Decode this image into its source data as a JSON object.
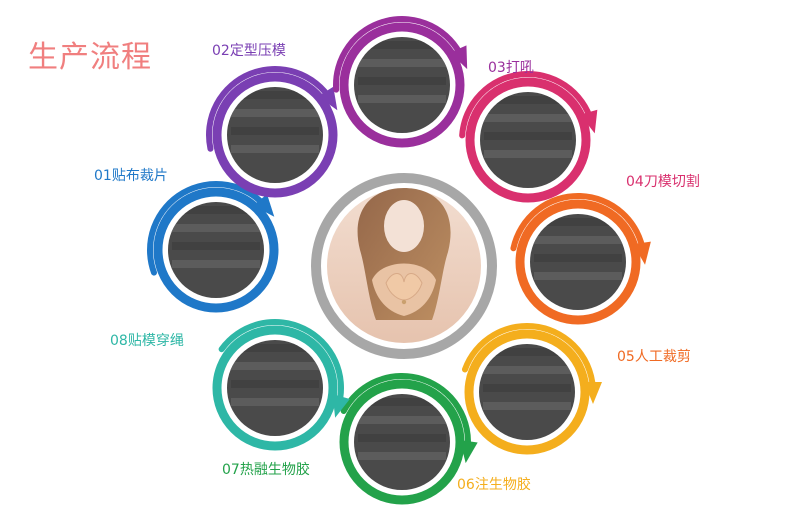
{
  "page_title": "生产流程",
  "center": {
    "photo_alt": "product photo",
    "ring_color": "#9b9b9b"
  },
  "steps": [
    {
      "label": "01贴布裁片",
      "color": "#1f78c8"
    },
    {
      "label": "02定型压模",
      "color": "#7a3fb3"
    },
    {
      "label": "03打吼",
      "color": "#9a2f9c"
    },
    {
      "label": "04刀模切割",
      "color": "#d9306e"
    },
    {
      "label": "05人工裁剪",
      "color": "#f06a23"
    },
    {
      "label": "06注生物胶",
      "color": "#f4ae1d"
    },
    {
      "label": "07热融生物胶",
      "color": "#23a24a"
    },
    {
      "label": "08贴模穿绳",
      "color": "#2eb7a6"
    }
  ]
}
